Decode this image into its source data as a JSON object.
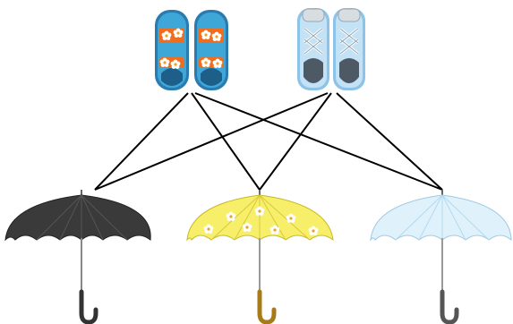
{
  "diagram": {
    "type": "tree-diagram",
    "top_items": [
      {
        "name": "sandals",
        "icon": "sandals-icon",
        "colors": {
          "main": "#3a9fd0",
          "accent": "#f06d1f",
          "flower": "#ffffff"
        }
      },
      {
        "name": "sneakers",
        "icon": "sneakers-icon",
        "colors": {
          "main": "#b9dcf2",
          "accent": "#ffffff",
          "sole": "#5a6670"
        }
      }
    ],
    "bottom_items": [
      {
        "name": "black-umbrella",
        "icon": "umbrella-icon",
        "canopy": "#3a3a3a",
        "handle": "#3a3a3a"
      },
      {
        "name": "yellow-umbrella",
        "icon": "umbrella-icon",
        "canopy": "#f7ef6a",
        "handle": "#a77c18"
      },
      {
        "name": "light-blue-umbrella",
        "icon": "umbrella-icon",
        "canopy": "#dff1fb",
        "handle": "#555555"
      }
    ],
    "connections": [
      {
        "from": "sandals",
        "to": "black-umbrella"
      },
      {
        "from": "sandals",
        "to": "yellow-umbrella"
      },
      {
        "from": "sandals",
        "to": "light-blue-umbrella"
      },
      {
        "from": "sneakers",
        "to": "black-umbrella"
      },
      {
        "from": "sneakers",
        "to": "yellow-umbrella"
      },
      {
        "from": "sneakers",
        "to": "light-blue-umbrella"
      }
    ],
    "line_color": "#000000"
  }
}
